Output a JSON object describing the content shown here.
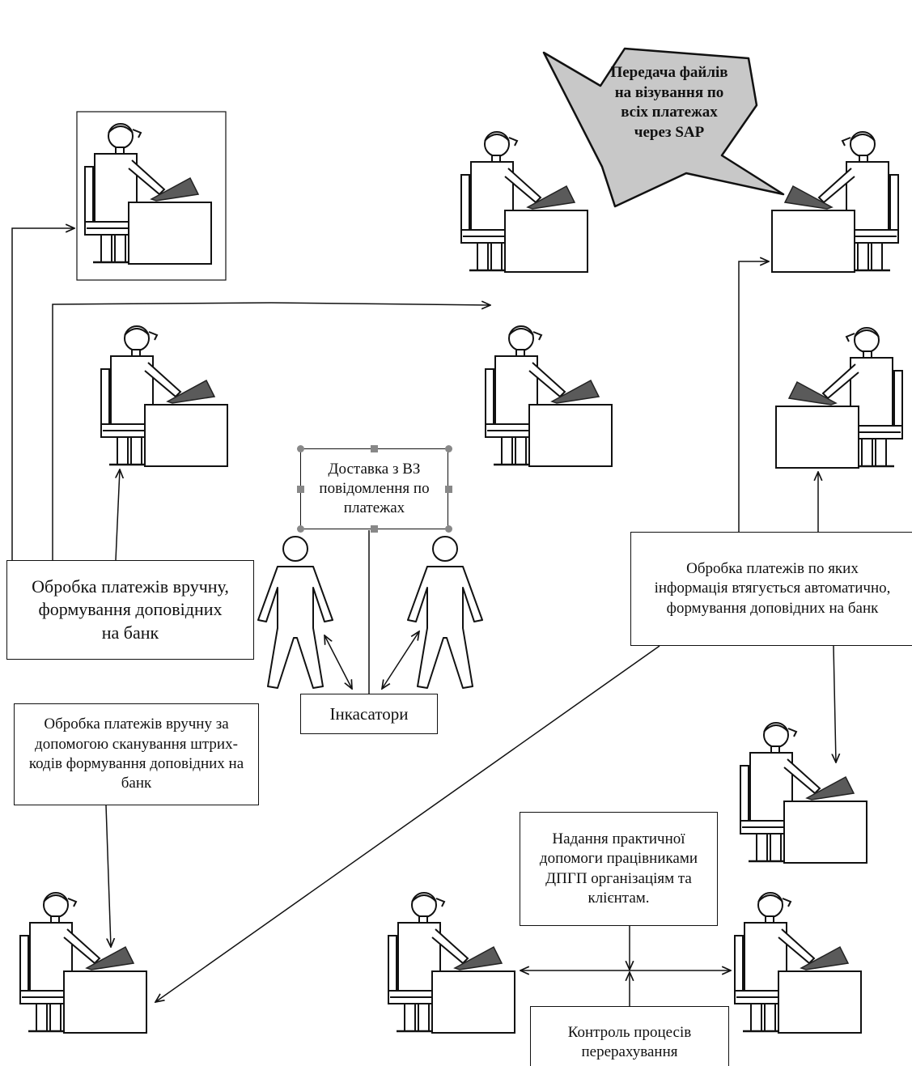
{
  "nodes": {
    "callout_sap": "Передача файлів на візування по всіх платежах через SAP",
    "manual_processing": "Обробка платежів вручну, формування доповідних на банк",
    "delivery": "Доставка з ВЗ повідомлення по платежах",
    "auto_processing": "Обробка платежів по яких інформація втягується автоматично, формування доповідних на банк",
    "collectors": "Інкасатори",
    "barcode_processing": "Обробка платежів вручну за допомогою сканування штрих-кодів формування доповідних на банк",
    "support": "Надання практичної допомоги працівниками ДПГП організаціям та клієнтам.",
    "control": "Контроль процесів перерахування"
  },
  "figures": {
    "workers": [
      "w1",
      "w2",
      "w3",
      "w4",
      "w5",
      "w6",
      "w7",
      "w8",
      "w9",
      "w10"
    ],
    "couriers": [
      "c1",
      "c2"
    ]
  },
  "colors": {
    "ink": "#111111",
    "callout_fill": "#c8c8c8",
    "desk_shade": "#5a5a5a",
    "handle": "#888888"
  }
}
